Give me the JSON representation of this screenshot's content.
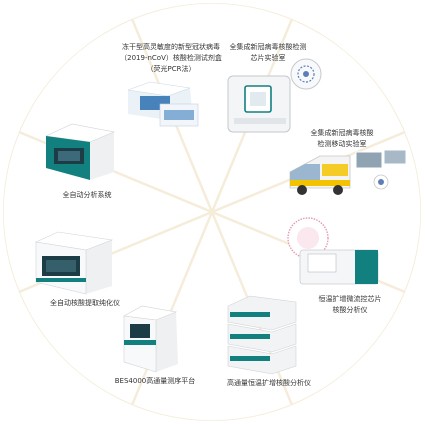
{
  "products": [
    {
      "id": "reagent-kit",
      "lines": [
        "冻干型高灵敏度的新型冠状病毒",
        "（2019-nCoV）核酸检测试剂盒",
        "（荧光PCR法）"
      ]
    },
    {
      "id": "chip-lab",
      "lines": [
        "全集成新冠病毒核酸检测",
        "芯片实验室"
      ]
    },
    {
      "id": "mobile-lab",
      "lines": [
        "全集成新冠病毒核酸",
        "检测移动实验室"
      ]
    },
    {
      "id": "analysis-system",
      "lines": [
        "全自动分析系统"
      ]
    },
    {
      "id": "chip-analyzer",
      "lines": [
        "恒温扩增微流控芯片",
        "核酸分析仪"
      ]
    },
    {
      "id": "extractor",
      "lines": [
        "全自动核酸提取纯化仪"
      ]
    },
    {
      "id": "sequencer",
      "lines": [
        "BES4000高通量测序平台"
      ]
    },
    {
      "id": "throughput-analyzer",
      "lines": [
        "高通量恒温扩增核酸分析仪"
      ]
    }
  ],
  "colors": {
    "wheel_outer": "#f5ecd9",
    "wheel_sector": "#ffffff",
    "accent_teal": "#12807e",
    "accent_yellow": "#f4c300",
    "device_body": "#eef0f2"
  }
}
